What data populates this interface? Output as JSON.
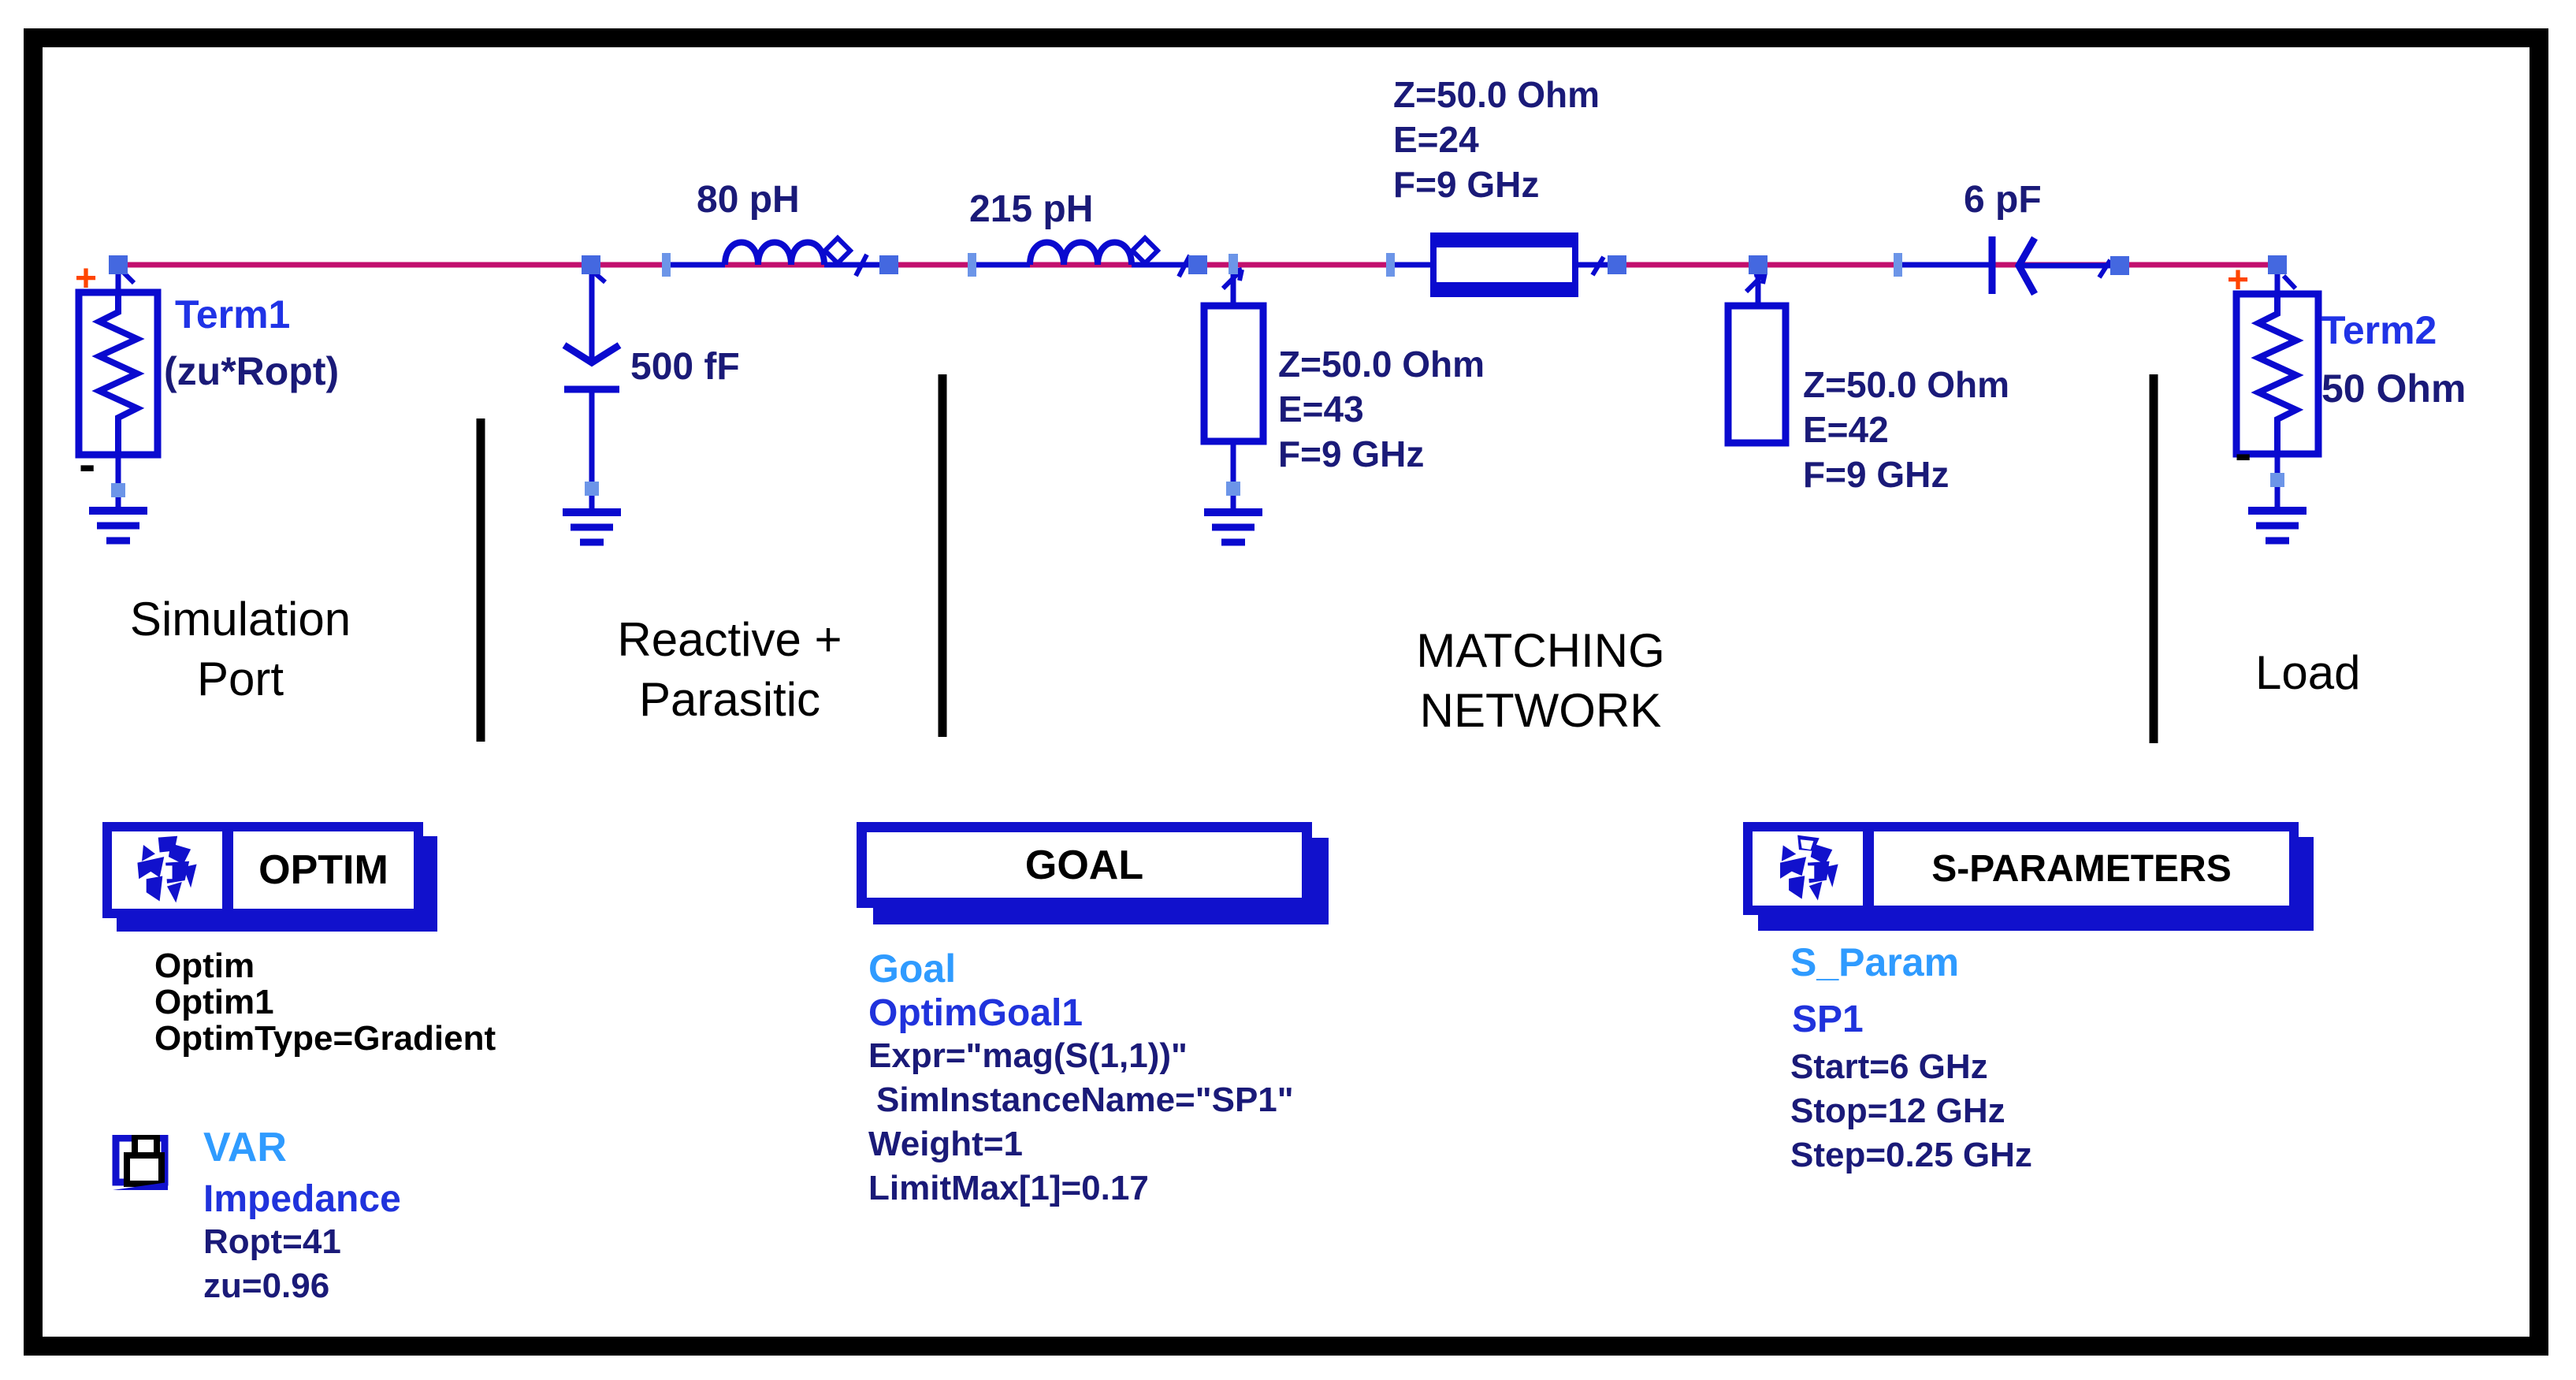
{
  "schematic": {
    "term1": {
      "name": "Term1",
      "value": "(zu*Ropt)",
      "plus": "+",
      "minus": "-"
    },
    "term2": {
      "name": "Term2",
      "value": "50 Ohm",
      "plus": "+",
      "minus": "-"
    },
    "inductor1": {
      "value": "80 pH"
    },
    "inductor2": {
      "value": "215 pH"
    },
    "shunt_capacitor": {
      "value": "500 fF"
    },
    "series_capacitor": {
      "value": "6 pF"
    },
    "series_tline": {
      "params": "Z=50.0 Ohm\nE=24\nF=9 GHz"
    },
    "shunt_stub1": {
      "params": "Z=50.0 Ohm\nE=43\nF=9 GHz"
    },
    "shunt_stub2": {
      "params": "Z=50.0 Ohm\nE=42\nF=9 GHz"
    }
  },
  "sections": {
    "simulation_port": "Simulation\nPort",
    "reactive_parasitic": "Reactive +\nParasitic",
    "matching_network": "MATCHING\nNETWORK",
    "load": "Load"
  },
  "blocks": {
    "optim": {
      "title": "OPTIM",
      "component": "Optim",
      "instance": "Optim1",
      "param1": "OptimType=Gradient"
    },
    "goal": {
      "title": "GOAL",
      "component": "Goal",
      "instance": "OptimGoal1",
      "param1": "Expr=\"mag(S(1,1))\"",
      "param2": "SimInstanceName=\"SP1\"",
      "param3": "Weight=1",
      "param4": "LimitMax[1]=0.17"
    },
    "sparam": {
      "title": "S-PARAMETERS",
      "component": "S_Param",
      "instance": "SP1",
      "param1": "Start=6 GHz",
      "param2": "Stop=12 GHz",
      "param3": "Step=0.25 GHz"
    },
    "var": {
      "component": "VAR",
      "instance": "Impedance",
      "param1": "Ropt=41",
      "param2": "zu=0.96"
    }
  },
  "colors": {
    "wire": "#C2106E",
    "component": "#0A0ACF",
    "node": "#4468E0",
    "pin": "#6C95E8",
    "header_blue": "#1111CC",
    "value_text": "#1A1A78",
    "name_text": "#2033E6",
    "type_text": "#2F9BFF",
    "plus": "#FF4500"
  }
}
